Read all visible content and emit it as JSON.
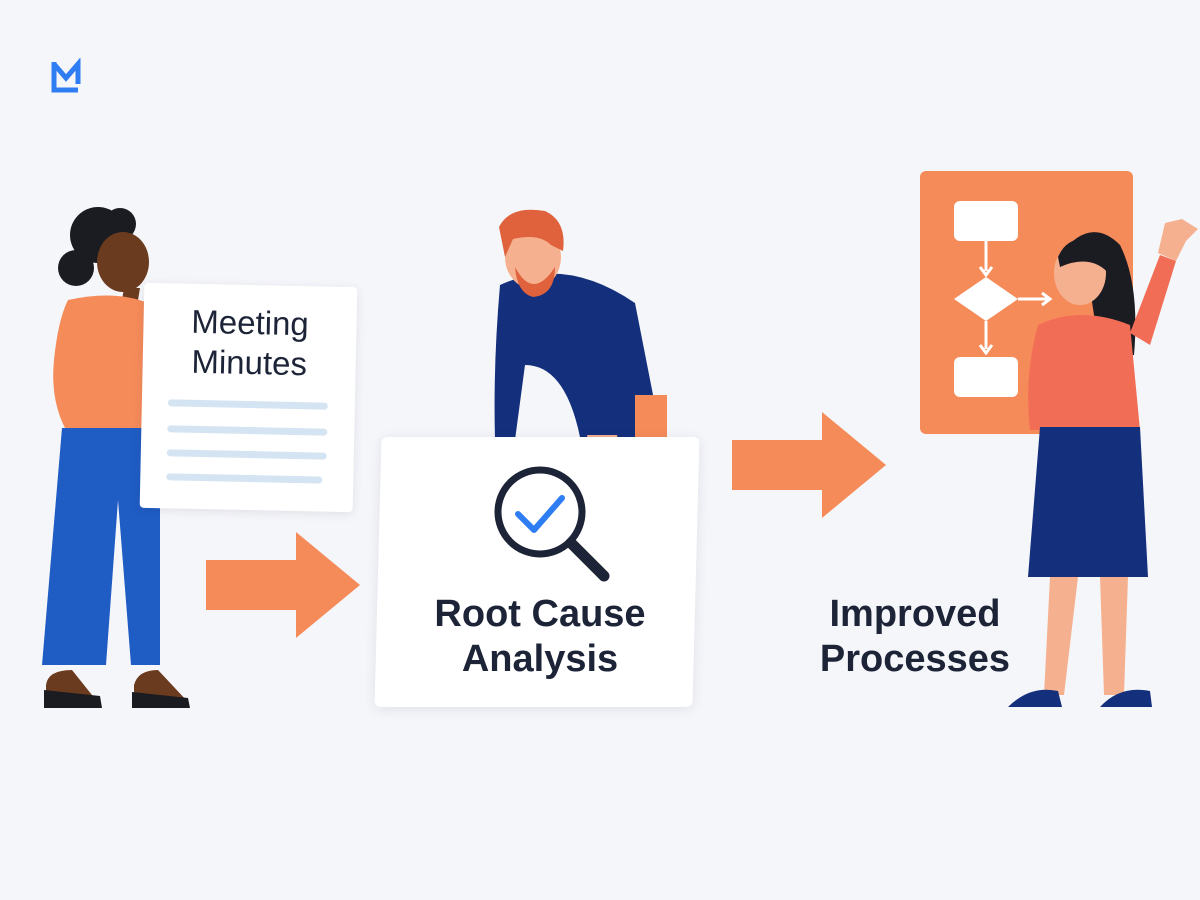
{
  "colors": {
    "background": "#f5f6fa",
    "accent_orange": "#f68b5a",
    "navy": "#14307c",
    "blue": "#1f5cc4",
    "text_dark": "#1d2438",
    "logo_blue": "#2f7df2"
  },
  "logo": {
    "icon": "brand-logo-icon"
  },
  "steps": [
    {
      "label": "Meeting\nMinutes",
      "icon": "document-icon"
    },
    {
      "label": "Root Cause\nAnalysis",
      "icon": "magnifier-check-icon"
    },
    {
      "label": "Improved\nProcesses",
      "icon": "flowchart-icon"
    }
  ],
  "arrows": [
    {
      "icon": "arrow-right-icon"
    },
    {
      "icon": "arrow-right-icon"
    }
  ]
}
